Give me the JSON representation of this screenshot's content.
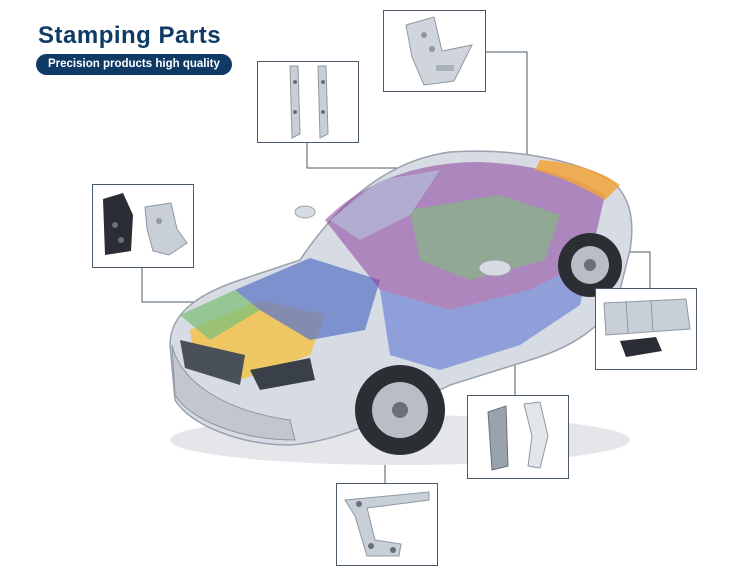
{
  "header": {
    "title": "Stamping  Parts",
    "subtitle": "Precision products high quality"
  },
  "colors": {
    "title": "#0f3a66",
    "pill": "#0f3a66",
    "part_metal": "#c9cfd6",
    "part_dark": "#2a2d33",
    "frame_purple": "#8a3f9e",
    "frame_green": "#7fbf7a",
    "panel_yellow": "#f2c24b",
    "panel_blue": "#5f78c8"
  },
  "parts": [
    {
      "id": "bracket-plate",
      "icon": "bent-bracket-icon"
    },
    {
      "id": "rail-pair",
      "icon": "long-rails-icon"
    },
    {
      "id": "mount-bracket",
      "icon": "mount-bracket-icon"
    },
    {
      "id": "floor-panel",
      "icon": "floor-panel-icon"
    },
    {
      "id": "pillar-part",
      "icon": "pillar-icon"
    },
    {
      "id": "hinge",
      "icon": "hinge-icon"
    }
  ]
}
